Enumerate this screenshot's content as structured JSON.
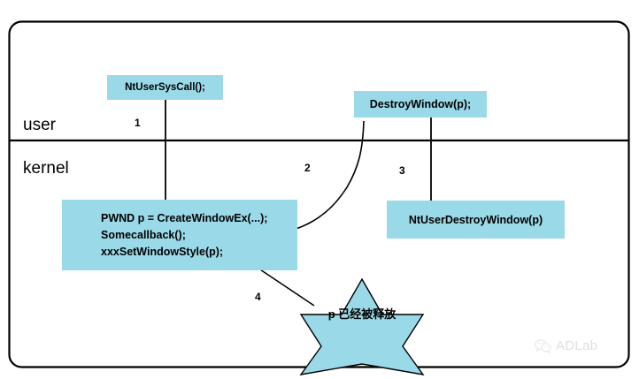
{
  "diagram": {
    "title": "Windows user/kernel callback use-after-free diagram",
    "colors": {
      "box_fill": "#9ad9e8",
      "stroke": "#000000",
      "background": "#ffffff",
      "watermark": "#b5b5b5"
    },
    "zones": [
      {
        "id": "user",
        "label": "user"
      },
      {
        "id": "kernel",
        "label": "kernel"
      }
    ],
    "boxes": {
      "ntusersyscall": {
        "label": "NtUserSysCall();"
      },
      "destroywindow": {
        "label": "DestroyWindow(p);"
      },
      "ntuserdestroywindow": {
        "label": "NtUserDestroyWindow(p)"
      },
      "code": {
        "lines": [
          "PWND p = CreateWindowEx(...);",
          "Somecallback();",
          "xxxSetWindowStyle(p);"
        ]
      }
    },
    "steps": [
      {
        "id": "step-1",
        "label": "1"
      },
      {
        "id": "step-2",
        "label": "2"
      },
      {
        "id": "step-3",
        "label": "3"
      },
      {
        "id": "step-4",
        "label": "4"
      }
    ],
    "star": {
      "label": "p 已经被释放"
    },
    "watermark": {
      "text": "ADLab",
      "icon": "wechat-icon"
    }
  }
}
